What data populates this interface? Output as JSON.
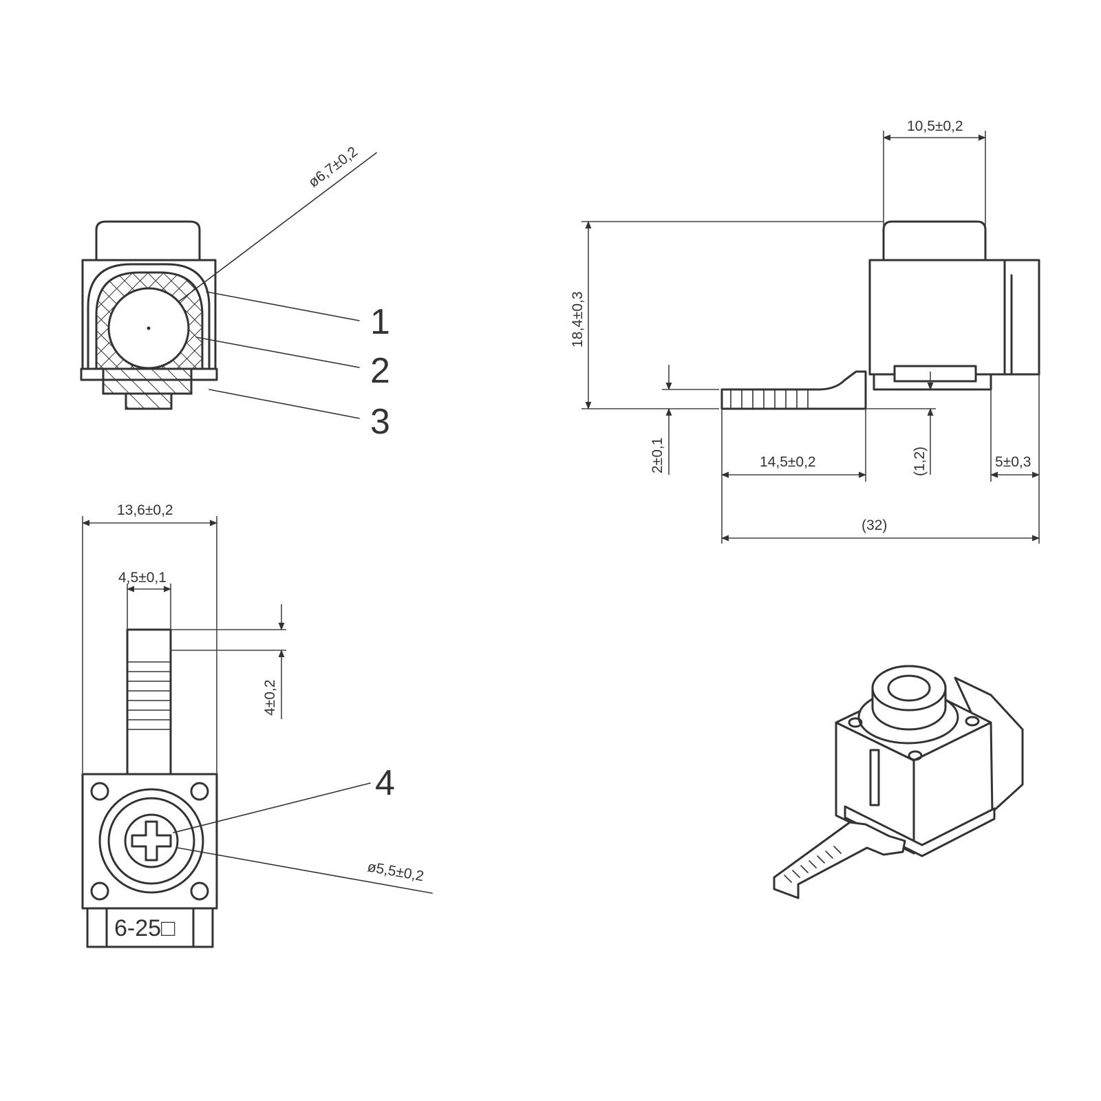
{
  "drawing": {
    "line_color": "#333333",
    "background": "#ffffff"
  },
  "front_view": {
    "diameter_label": "ø6,7±0,2",
    "callouts": [
      "1",
      "2",
      "3"
    ]
  },
  "side_view": {
    "top_width": "10,5±0,2",
    "height": "18,4±0,3",
    "tongue_offset": "2±0,1",
    "tongue_length": "14,5±0,2",
    "gap": "(1,2)",
    "back_flange": "5±0,3",
    "overall_length": "(32)"
  },
  "top_view": {
    "width": "13,6±0,2",
    "tongue_width": "4,5±0,1",
    "pitch": "4±0,2",
    "callout": "4",
    "screw_diameter": "ø5,5±0,2",
    "marking": "6-25□"
  },
  "isometric_view": {}
}
